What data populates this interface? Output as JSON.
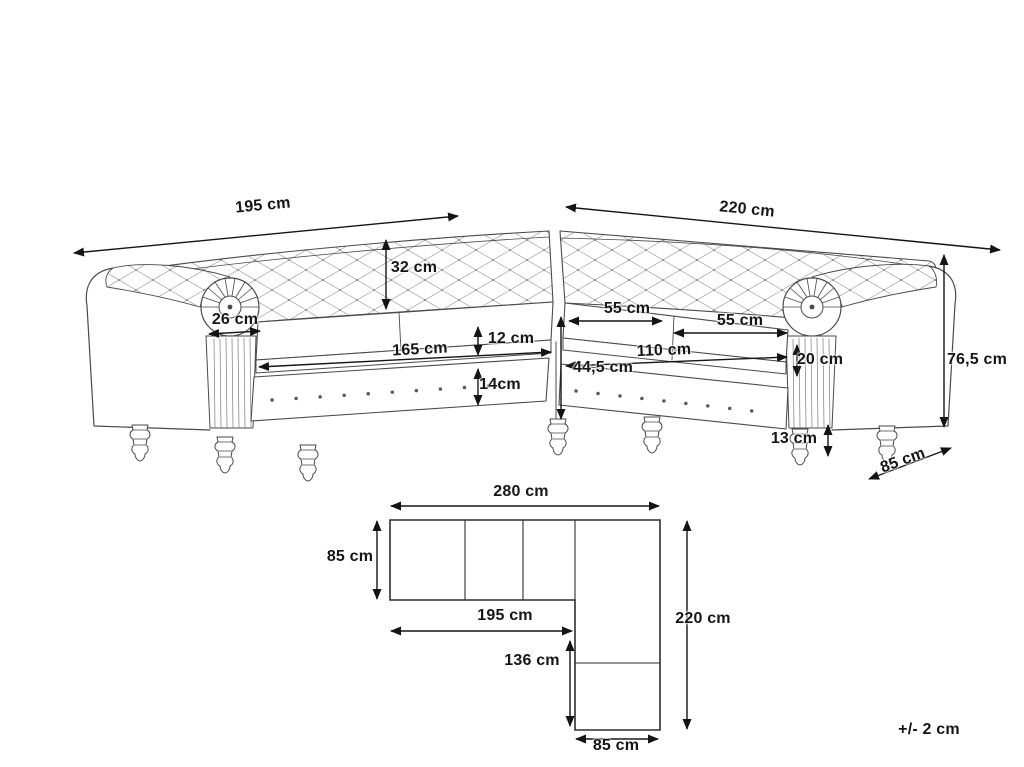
{
  "tolerance_note": "+/- 2 cm",
  "colors": {
    "ink": "#141414",
    "drawing_line": "#4a4a4a"
  },
  "front_view": {
    "dims": {
      "back_left_width": "195 cm",
      "back_right_width": "220 cm",
      "backrest_height": "32 cm",
      "left_armrest_width": "26 cm",
      "right_cushion_a": "55 cm",
      "right_cushion_b": "55 cm",
      "left_seat_length": "165 cm",
      "cushion_thickness": "12 cm",
      "right_seat_length": "110 cm",
      "right_armrest_width": "20 cm",
      "seat_front_height": "44,5 cm",
      "base_rail_height": "14cm",
      "leg_height": "13 cm",
      "side_depth": "85 cm",
      "total_height": "76,5 cm"
    }
  },
  "plan_view": {
    "dims": {
      "total_width": "280 cm",
      "left_depth": "85 cm",
      "left_inner_length": "195 cm",
      "right_inner_length": "136 cm",
      "right_total_length": "220 cm",
      "bottom_depth": "85 cm"
    }
  }
}
